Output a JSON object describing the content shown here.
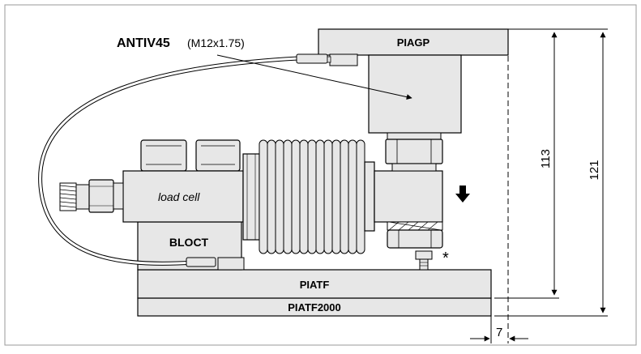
{
  "labels": {
    "antiv": "ANTIV45",
    "thread": "(M12x1.75)",
    "piagp": "PIAGP",
    "load_cell": "load cell",
    "bloct": "BLOCT",
    "piatf": "PIATF",
    "piatf2000": "PIATF2000",
    "asterisk": "*"
  },
  "dimensions": {
    "height_piatf": "113",
    "height_piatf2000": "121",
    "offset": "7"
  },
  "colors": {
    "background": "#ffffff",
    "frame": "#9a9a9a",
    "part_fill": "#e7e7e7",
    "line": "#000000"
  }
}
